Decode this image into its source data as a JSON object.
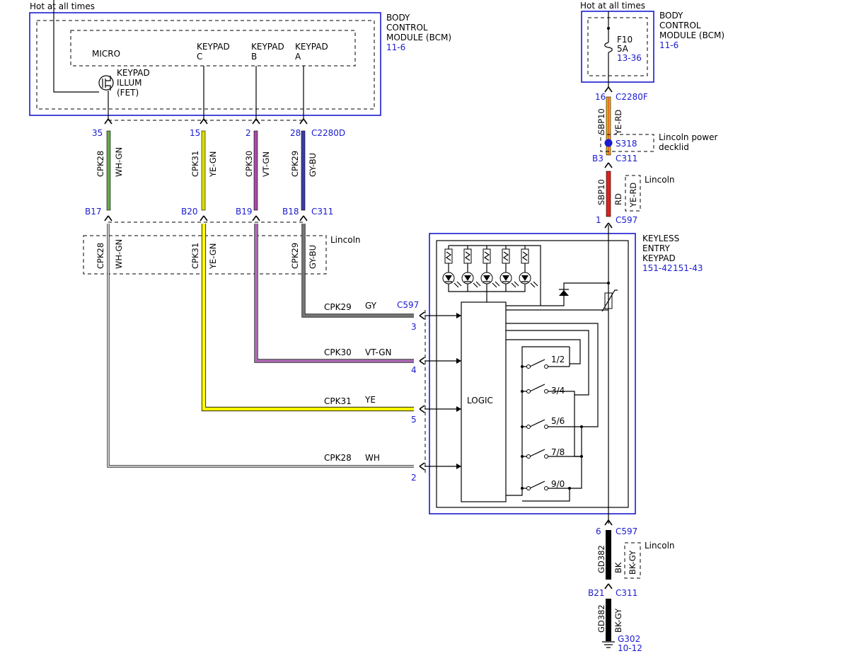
{
  "left_bcm": {
    "power_label": "Hot at all times",
    "title_line1": "BODY",
    "title_line2": "CONTROL",
    "title_line3": "MODULE (BCM)",
    "ref": "11-6",
    "micro": "MICRO",
    "keypad_c_1": "KEYPAD",
    "keypad_c_2": "C",
    "keypad_b_1": "KEYPAD",
    "keypad_b_2": "B",
    "keypad_a_1": "KEYPAD",
    "keypad_a_2": "A",
    "fet_1": "KEYPAD",
    "fet_2": "ILLUM",
    "fet_3": "(FET)"
  },
  "c2280d": {
    "connector": "C2280D",
    "pins": [
      "35",
      "15",
      "2",
      "28"
    ]
  },
  "c311_left": {
    "connector": "C311",
    "pins": [
      "B17",
      "B20",
      "B19",
      "B18"
    ]
  },
  "wires_upper": [
    {
      "circuit": "CPK28",
      "color": "WH-GN",
      "stroke": "#6aa84f"
    },
    {
      "circuit": "CPK31",
      "color": "YE-GN",
      "stroke": "#d8e000"
    },
    {
      "circuit": "CPK30",
      "color": "VT-GN",
      "stroke": "#a64ca6"
    },
    {
      "circuit": "CPK29",
      "color": "GY-BU",
      "stroke": "#3c3ca8"
    }
  ],
  "wires_lower": [
    {
      "circuit": "CPK28",
      "color": "WH-GN"
    },
    {
      "circuit": "CPK31",
      "color": "YE-GN"
    },
    {
      "circuit": "CPK30",
      "color": "VT-GN"
    },
    {
      "circuit": "CPK29",
      "color": "GY-BU"
    }
  ],
  "lincoln_left": "Lincoln",
  "horizontal_wires": [
    {
      "circuit": "CPK29",
      "color": "GY",
      "pin": "3",
      "stroke": "#707070"
    },
    {
      "circuit": "CPK30",
      "color": "VT-GN",
      "pin": "4",
      "stroke": "#a64ca6"
    },
    {
      "circuit": "CPK31",
      "color": "YE",
      "pin": "5",
      "stroke": "#ffff00"
    },
    {
      "circuit": "CPK28",
      "color": "WH",
      "pin": "2",
      "stroke": "#bbbbbb"
    }
  ],
  "c597_left_connector": "C597",
  "keypad": {
    "title_line1": "KEYLESS",
    "title_line2": "ENTRY",
    "title_line3": "KEYPAD",
    "ref1": "151-42",
    "ref2": "151-43",
    "logic": "LOGIC",
    "buttons": [
      "1/2",
      "3/4",
      "5/6",
      "7/8",
      "9/0"
    ]
  },
  "right_bcm": {
    "power_label": "Hot at all times",
    "title_line1": "BODY",
    "title_line2": "CONTROL",
    "title_line3": "MODULE (BCM)",
    "ref": "11-6",
    "fuse_name": "F10",
    "fuse_rating": "5A",
    "fuse_ref": "13-36"
  },
  "right_chain": {
    "c2280f_pin": "16",
    "c2280f": "C2280F",
    "sbp10_circuit": "SBP10",
    "sbp10_color": "YE-RD",
    "splice": "S318",
    "splice_note_1": "Lincoln power",
    "splice_note_2": "decklid",
    "c311_pin": "B3",
    "c311": "C311",
    "sbp10b_circuit": "SBP10",
    "sbp10b_color": "RD",
    "sbp10b_alt_color": "YE-RD",
    "sbp10b_note": "Lincoln",
    "c597_top_pin": "1",
    "c597_top": "C597",
    "c597_bottom_pin": "6",
    "c597_bottom": "C597",
    "gd382_circuit": "GD382",
    "gd382_color": "BK",
    "gd382_alt_color": "BK-GY",
    "gd382_note": "Lincoln",
    "c311b_pin": "B21",
    "c311b": "C311",
    "gd382b_circuit": "GD382",
    "gd382b_color": "BK-GY",
    "ground": "G302",
    "ground_ref": "10-12"
  }
}
